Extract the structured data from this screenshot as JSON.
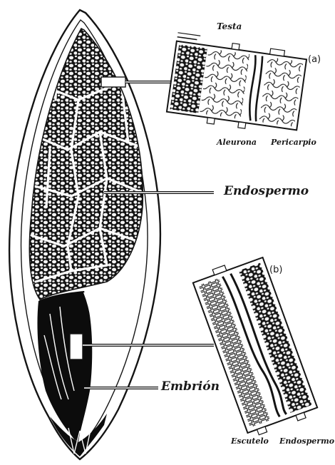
{
  "labels": {
    "testa": "Testa",
    "aleurona": "Aleurona",
    "pericarpio": "Pericarpio",
    "endospermo": "Endospermo",
    "embrion": "Embrión",
    "escutelo": "Escutelo",
    "endospermo_b": "Endospermo",
    "panel_a": "(a)",
    "panel_b": "(b)"
  },
  "colors": {
    "ink": "#141414",
    "paper": "#ffffff",
    "dark": "#0c0c0c"
  }
}
